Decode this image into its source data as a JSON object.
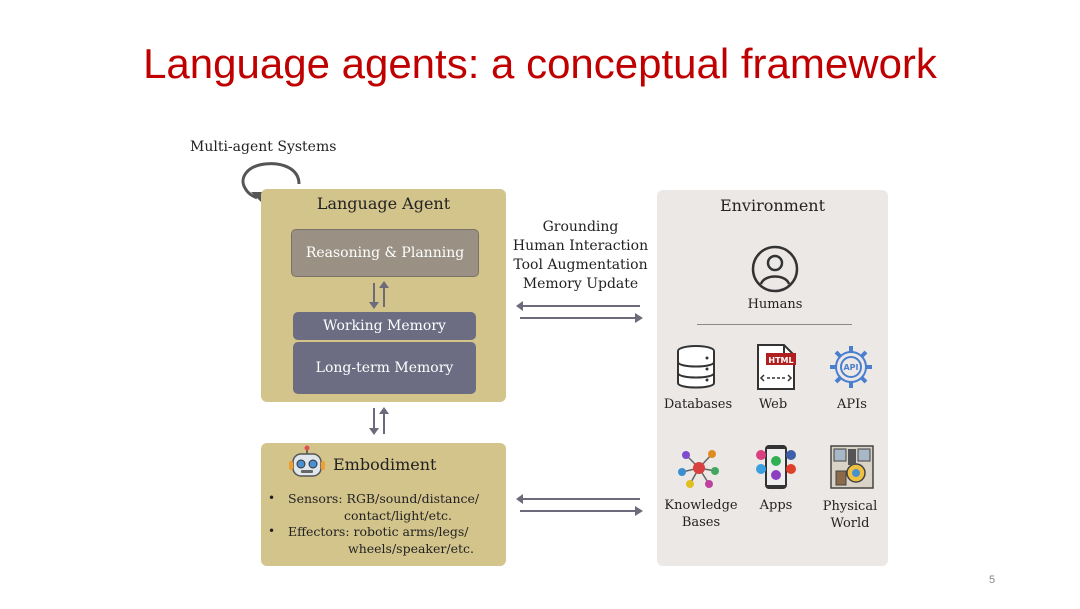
{
  "title": "Language agents: a conceptual framework",
  "multi_agent": {
    "label": "Multi-agent Systems"
  },
  "agent": {
    "title": "Language Agent",
    "reasoning": "Reasoning & Planning",
    "working_memory": "Working Memory",
    "long_term_memory": "Long-term Memory"
  },
  "interactions": [
    "Grounding",
    "Human Interaction",
    "Tool Augmentation",
    "Memory Update"
  ],
  "embodiment": {
    "title": "Embodiment",
    "sensors_line1": "Sensors: RGB/sound/distance/",
    "sensors_line2": "contact/light/etc.",
    "effectors_line1": "Effectors: robotic arms/legs/",
    "effectors_line2": "wheels/speaker/etc.",
    "bullet": "•"
  },
  "environment": {
    "title": "Environment",
    "humans": "Humans",
    "databases": "Databases",
    "web": "Web",
    "apis": "APIs",
    "knowledge_line1": "Knowledge",
    "knowledge_line2": "Bases",
    "apps": "Apps",
    "physical_line1": "Physical",
    "physical_line2": "World",
    "html_badge": "HTML",
    "api_badge": "API",
    "icons": {
      "humans": "user-circle-icon",
      "databases": "database-icon",
      "web": "html-document-icon",
      "apis": "api-gear-icon",
      "knowledge": "knowledge-graph-icon",
      "apps": "smartphone-apps-icon",
      "physical": "physical-world-icon"
    }
  },
  "page_number": "5",
  "colors": {
    "title": "#c00000",
    "agent_panel": "#d3c48c",
    "reasoning_box": "#9a9184",
    "memory_box": "#6c6c82",
    "environment_panel": "#ece8e6",
    "arrow": "#6b6b7b"
  }
}
